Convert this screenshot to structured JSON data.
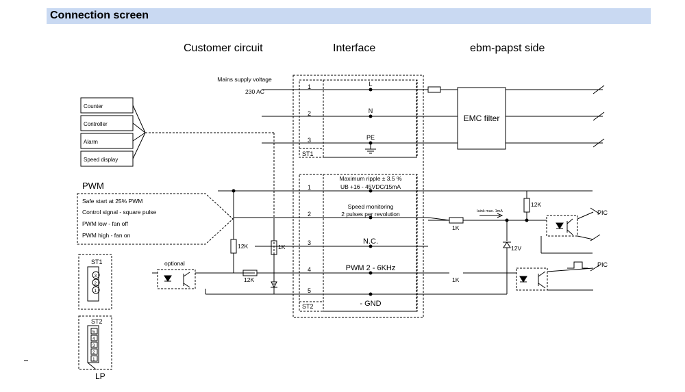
{
  "header": {
    "title": "Connection screen"
  },
  "columns": {
    "customer": "Customer circuit",
    "interface": "Interface",
    "ebm": "ebm-papst side"
  },
  "mains": {
    "label_line1": "Mains supply voltage",
    "label_line2": "230 AC",
    "pins": [
      "1",
      "2",
      "3"
    ],
    "conductors": [
      "L",
      "N",
      "PE"
    ],
    "connector": "ST1",
    "filter": "EMC filter"
  },
  "signal_boxes": [
    "Counter",
    "Controller",
    "Alarm",
    "Speed display"
  ],
  "pwm": {
    "title": "PWM",
    "notes": [
      "Safe start at 25% PWM",
      "Control signal - square pulse",
      "PWM low  - fan off",
      "PWM high - fan on"
    ]
  },
  "control": {
    "pins": [
      "1",
      "2",
      "3",
      "4",
      "5"
    ],
    "connector": "ST2",
    "supply_line1": "Maximum ripple ± 3.5 %",
    "supply_line2": "UB +16 - 45VDC/15mA",
    "speed_line1": "Speed monitoring",
    "speed_line2": "2 pulses per revolution",
    "nc": "N.C.",
    "pwm": "PWM 2 - 6KHz",
    "gnd": "- GND"
  },
  "components": {
    "r_12k_a": "12K",
    "r_12k_b": "12K",
    "r_1k_a": "1K",
    "r_12k_c": "12K",
    "r_1k_b": "1K",
    "r_1k_c": "1K",
    "zener": "12V",
    "current_note": "Iaink max. 1mA",
    "optional": "optional",
    "pic_top": "PIC",
    "pic_bottom": "PIC"
  },
  "plugs": {
    "st1": "ST1",
    "st1_pins": [
      "3",
      "2",
      "1"
    ],
    "st2": "ST2",
    "st2_pins": [
      "5",
      "4",
      "3",
      "2",
      "1"
    ],
    "lp": "LP"
  },
  "colors": {
    "title_bar": "#c9d9f2",
    "line": "#000000"
  }
}
